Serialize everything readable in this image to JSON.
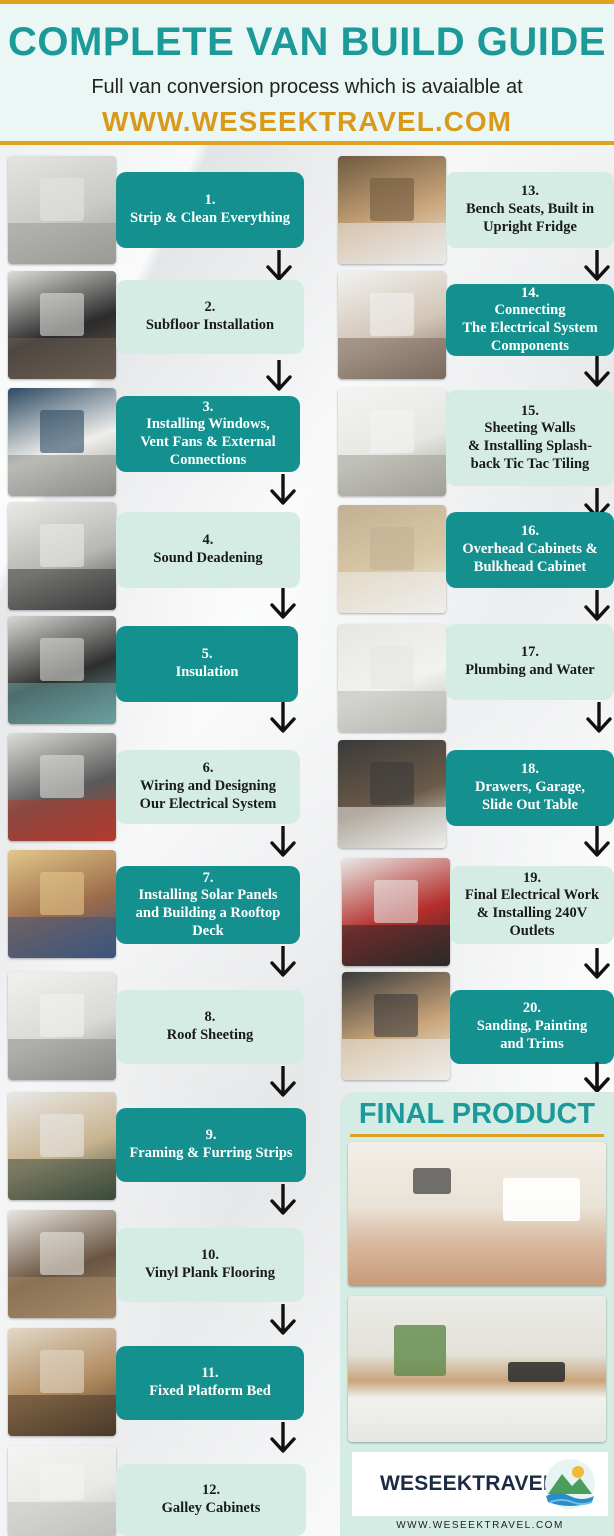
{
  "header": {
    "title": "COMPLETE VAN BUILD GUIDE",
    "subtitle": "Full van conversion process which is avaialble at",
    "url": "WWW.WESEEKTRAVEL.COM"
  },
  "steps": [
    {
      "num": "1.",
      "label": "Strip & Clean Everything"
    },
    {
      "num": "2.",
      "label": "Subfloor Installation"
    },
    {
      "num": "3.",
      "label": "Installing Windows,\nVent Fans & External\nConnections"
    },
    {
      "num": "4.",
      "label": "Sound Deadening"
    },
    {
      "num": "5.",
      "label": "Insulation"
    },
    {
      "num": "6.",
      "label": "Wiring and Designing\nOur Electrical System"
    },
    {
      "num": "7.",
      "label": "Installing Solar Panels\nand Building a Rooftop\nDeck"
    },
    {
      "num": "8.",
      "label": "Roof Sheeting"
    },
    {
      "num": "9.",
      "label": "Framing & Furring Strips"
    },
    {
      "num": "10.",
      "label": "Vinyl Plank Flooring"
    },
    {
      "num": "11.",
      "label": "Fixed Platform Bed"
    },
    {
      "num": "12.",
      "label": "Galley Cabinets"
    },
    {
      "num": "13.",
      "label": "Bench Seats, Built in\nUpright Fridge"
    },
    {
      "num": "14.",
      "label": "Connecting\nThe Electrical System\nComponents"
    },
    {
      "num": "15.",
      "label": "Sheeting Walls\n& Installing Splash-\nback Tic Tac Tiling"
    },
    {
      "num": "16.",
      "label": "Overhead Cabinets &\nBulkhead Cabinet"
    },
    {
      "num": "17.",
      "label": "Plumbing and Water"
    },
    {
      "num": "18.",
      "label": "Drawers, Garage,\nSlide Out Table"
    },
    {
      "num": "19.",
      "label": "Final Electrical Work\n& Installing 240V\nOutlets"
    },
    {
      "num": "20.",
      "label": "Sanding, Painting\nand Trims"
    }
  ],
  "final": {
    "title": "FINAL PRODUCT",
    "logo_text": "WESEEKTRAVEL",
    "footer_url": "WWW.WESEEKTRAVEL.COM"
  },
  "colors": {
    "teal": "#14918f",
    "light_teal": "#d5ece5",
    "gold": "#e0a020",
    "title_teal": "#1c9a9a"
  }
}
